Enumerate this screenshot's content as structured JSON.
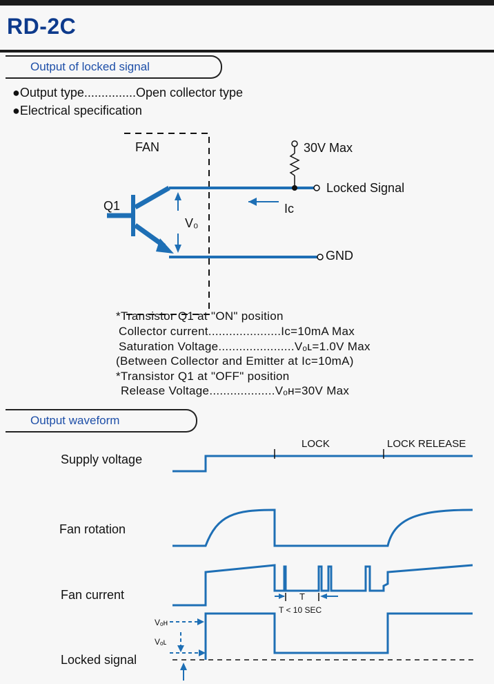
{
  "header": {
    "title": "RD-2C"
  },
  "section1": {
    "heading": "Output of locked signal",
    "output_type": "●Output type...............Open collector type",
    "electrical_spec": "●Electrical specification"
  },
  "circuit": {
    "fan_label": "FAN",
    "voltage_label": "30V Max",
    "locked_signal_label": "Locked Signal",
    "transistor_label": "Q1",
    "vo_label": "V₀",
    "ic_label": "Ic",
    "gnd_label": "GND"
  },
  "specs": {
    "line1": "*Transistor Q1 at \"ON\" position",
    "line2": "Collector current.....................Iᴄ=10mA Max",
    "line3": "Saturation Voltage......................Vₒʟ=1.0V Max",
    "line4": "(Between Collector and Emitter at Iᴄ=10mA)",
    "line5": "*Transistor Q1 at \"OFF\" position",
    "line6": "Release Voltage...................Vₒʜ=30V Max"
  },
  "section2": {
    "heading": "Output waveform"
  },
  "waveform": {
    "lock_label": "LOCK",
    "lock_release_label": "LOCK RELEASE",
    "supply_voltage": "Supply voltage",
    "fan_rotation": "Fan rotation",
    "fan_current": "Fan current",
    "locked_signal": "Locked signal",
    "t_label": "T",
    "t_cond": "T < 10 SEC",
    "voh": "Vₒʜ",
    "vol": "Vₒʟ"
  },
  "colors": {
    "title": "#0d3a8c",
    "accent": "#1e6fb5",
    "pill_text": "#1e4fa8"
  }
}
